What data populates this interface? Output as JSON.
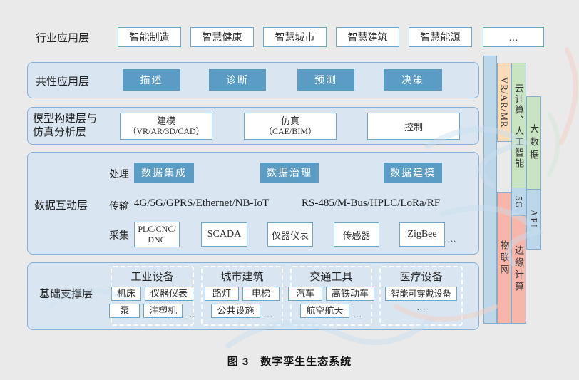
{
  "figure": {
    "caption": "图 3　数字孪生生态系统"
  },
  "industry_layer": {
    "label": "行业应用层",
    "items": [
      "智能制造",
      "智慧健康",
      "智慧城市",
      "智慧建筑",
      "智慧能源"
    ],
    "more": "…"
  },
  "common_layer": {
    "label": "共性应用层",
    "items": [
      "描述",
      "诊断",
      "预测",
      "决策"
    ]
  },
  "model_layer": {
    "label_line1": "模型构建层与",
    "label_line2": "仿真分析层",
    "modeling_title": "建模",
    "modeling_sub": "（VR/AR/3D/CAD）",
    "simulation_title": "仿真",
    "simulation_sub": "（CAE/BIM）",
    "control_title": "控制"
  },
  "data_layer": {
    "label": "数据互动层",
    "process_label": "处理",
    "process_items": [
      "数据集成",
      "数据治理",
      "数据建模"
    ],
    "transport_label": "传输",
    "transport_items": [
      "4G/5G/GPRS/Ethernet/NB-IoT",
      "RS-485/M-Bus/HPLC/LoRa/RF"
    ],
    "collect_label": "采集",
    "collect_box1_line1": "PLC/CNC/",
    "collect_box1_line2": "DNC",
    "collect_items": [
      "SCADA",
      "仪器仪表",
      "传感器",
      "ZigBee"
    ],
    "collect_more": "…"
  },
  "base_layer": {
    "label": "基础支撑层",
    "groups": [
      {
        "title": "工业设备",
        "r1a": "机床",
        "r1b": "仪器仪表",
        "r2a": "泵",
        "r2b": "注塑机",
        "more": "…"
      },
      {
        "title": "城市建筑",
        "r1a": "路灯",
        "r1b": "电梯",
        "r2a": "公共设施",
        "more": "…"
      },
      {
        "title": "交通工具",
        "r1a": "汽车",
        "r1b": "高铁动车",
        "r2a": "航空航天",
        "more": "…"
      },
      {
        "title": "医疗设备",
        "r1a": "智能可穿戴设备",
        "more": "…"
      }
    ]
  },
  "side_bars": {
    "vrarmr": "VR/AR/MR",
    "cloud_ai": "云计算、人工智能",
    "bigdata": "大数据",
    "five_g": "5G",
    "api": "API",
    "iot": "物联网",
    "edge": "边缘计算"
  },
  "colors": {
    "page_bg": "#eaeaea",
    "panel_bg": "#d9e6f1",
    "panel_border": "#85b0d3",
    "box_border": "#6fa7ca",
    "button_bg": "#5b9cc5",
    "bar_peach": "#fbdcb8",
    "bar_green": "#c9e4c0",
    "bar_blue": "#bdd7ea",
    "bar_pink": "#f7b6a9"
  }
}
